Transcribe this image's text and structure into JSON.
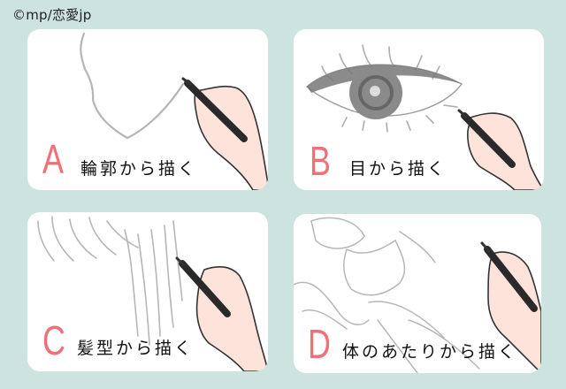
{
  "credit": "©mp/恋愛jp",
  "colors": {
    "background": "#cde3df",
    "card": "#ffffff",
    "letter_accent": "#f07078",
    "pencil_sketch": "#9a9a9a",
    "skin": "#fde3da",
    "pen": "#2a2a2a"
  },
  "cards": [
    {
      "letter": "A",
      "caption": "輪郭から描く",
      "illustration": "face-outline-sketch"
    },
    {
      "letter": "B",
      "caption": "目から描く",
      "illustration": "eye-sketch"
    },
    {
      "letter": "C",
      "caption": "髪型から描く",
      "illustration": "hair-sketch"
    },
    {
      "letter": "D",
      "caption": "体のあたりから描く",
      "illustration": "body-guide-sketch"
    }
  ]
}
